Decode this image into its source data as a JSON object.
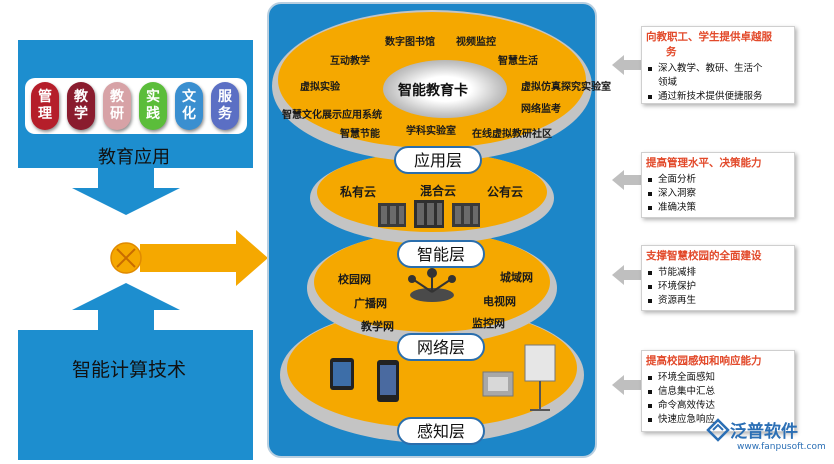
{
  "badges": [
    {
      "chars": [
        "管",
        "理"
      ],
      "color": "#b51e2a"
    },
    {
      "chars": [
        "教",
        "学"
      ],
      "color": "#8a1c2e"
    },
    {
      "chars": [
        "教",
        "研"
      ],
      "color": "#d7a2a6"
    },
    {
      "chars": [
        "实",
        "践"
      ],
      "color": "#5bbd3a"
    },
    {
      "chars": [
        "文",
        "化"
      ],
      "color": "#3a8fd0"
    },
    {
      "chars": [
        "服",
        "务"
      ],
      "color": "#5b6fc4"
    }
  ],
  "left": {
    "top_label": "教育应用",
    "bottom_label": "智能计算技术"
  },
  "layers": {
    "app": "应用层",
    "smart": "智能层",
    "network": "网络层",
    "perception": "感知层"
  },
  "card": "智能教育卡",
  "app_items": [
    "数字图书馆",
    "视频监控",
    "互动教学",
    "智慧生活",
    "虚拟实验",
    "虚拟仿真探究实验室",
    "网络监考",
    "智慧文化展示应用系统",
    "智慧节能",
    "学科实验室",
    "在线虚拟教研社区"
  ],
  "clouds": [
    "私有云",
    "混合云",
    "公有云"
  ],
  "networks": [
    "校园网",
    "城域网",
    "广播网",
    "电视网",
    "教学网",
    "监控网"
  ],
  "right_panels": [
    {
      "title": [
        "向教职工、学生提供卓越服",
        "务"
      ],
      "items": [
        [
          "深入教学、教研、生活个",
          "领域"
        ],
        [
          "通过新技术提供便捷服务"
        ]
      ]
    },
    {
      "title": [
        "提高管理水平、决策能力"
      ],
      "items": [
        [
          "全面分析"
        ],
        [
          "深入洞察"
        ],
        [
          "准确决策"
        ]
      ]
    },
    {
      "title": [
        "支撑智慧校园的全面建设"
      ],
      "items": [
        [
          "节能减排"
        ],
        [
          "环境保护"
        ],
        [
          "资源再生"
        ]
      ]
    },
    {
      "title": [
        "提高校园感知和响应能力"
      ],
      "items": [
        [
          "环境全面感知"
        ],
        [
          "信息集中汇总"
        ],
        [
          "命令高效传达"
        ],
        [
          "快速应急响应"
        ]
      ]
    }
  ],
  "logo": {
    "name": "泛普软件",
    "url": "www.fanpusoft.com"
  },
  "colors": {
    "blue": "#1d8ecf",
    "orange": "#f5a800",
    "disk_edge": "#c0c0c0",
    "title_red": "#e2492a"
  }
}
